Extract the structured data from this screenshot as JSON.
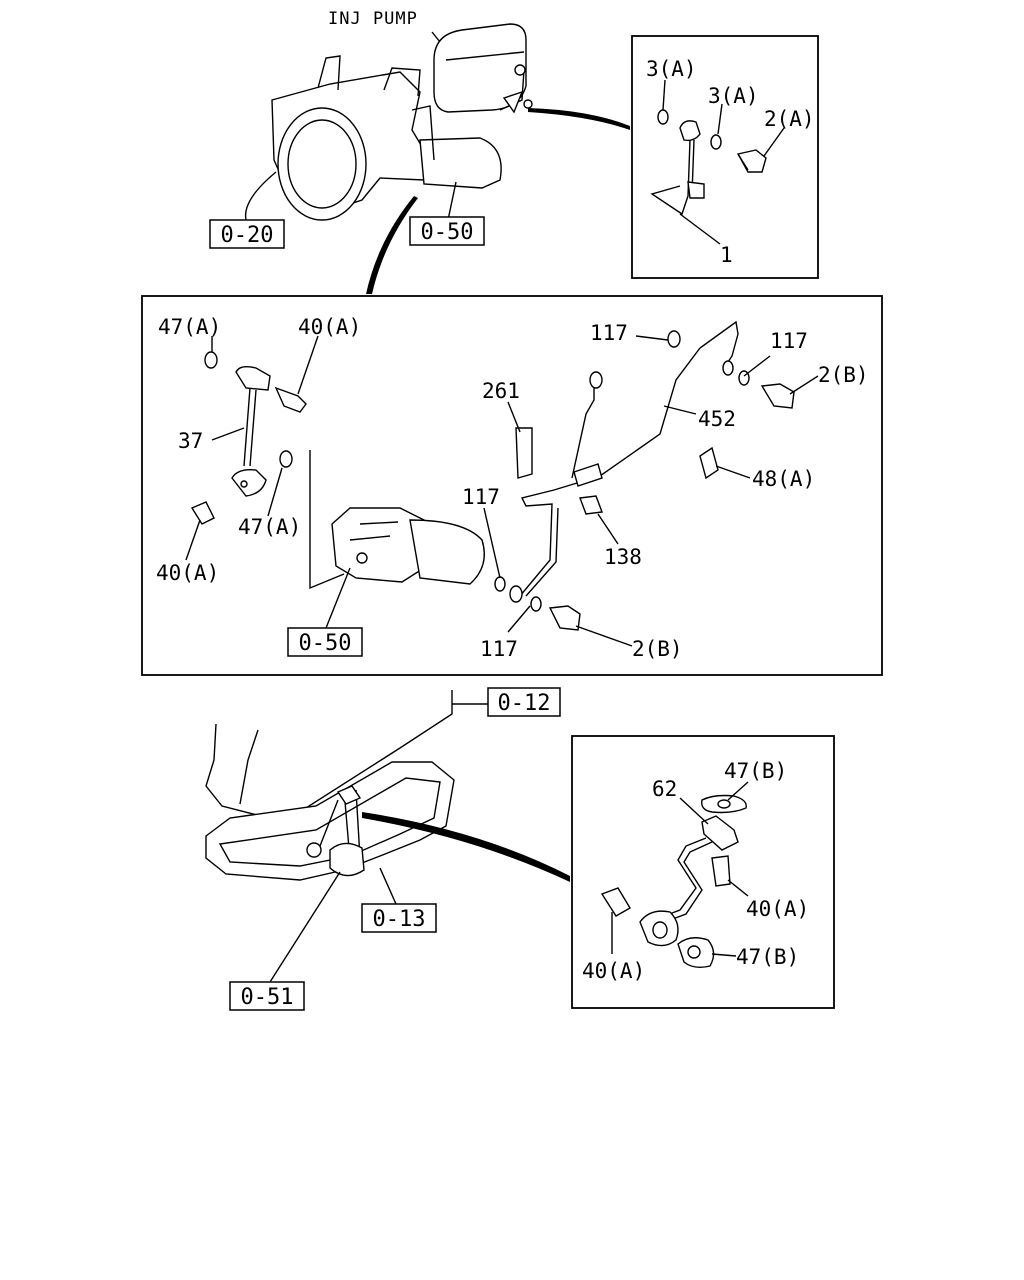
{
  "top": {
    "title": "INJ PUMP",
    "refs": {
      "a": "0-20",
      "b": "0-50"
    },
    "inset": {
      "l1": "3(A)",
      "l2": "3(A)",
      "l3": "2(A)",
      "l4": "1"
    }
  },
  "middle": {
    "labels": {
      "l47a_top": "47(A)",
      "l40a_top": "40(A)",
      "l37": "37",
      "l47a_mid": "47(A)",
      "l40a_bot": "40(A)",
      "l261": "261",
      "l117_a": "117",
      "l117_b": "117",
      "l2b_top": "2(B)",
      "l452": "452",
      "l48a": "48(A)",
      "l117_c": "117",
      "l138": "138",
      "l117_d": "117",
      "l2b_bot": "2(B)"
    },
    "ref": "0-50"
  },
  "bottom": {
    "refs": {
      "a": "0-12",
      "b": "0-13",
      "c": "0-51"
    },
    "inset": {
      "l62": "62",
      "l47b_top": "47(B)",
      "l40a_r": "40(A)",
      "l40a_l": "40(A)",
      "l47b_bot": "47(B)"
    }
  }
}
